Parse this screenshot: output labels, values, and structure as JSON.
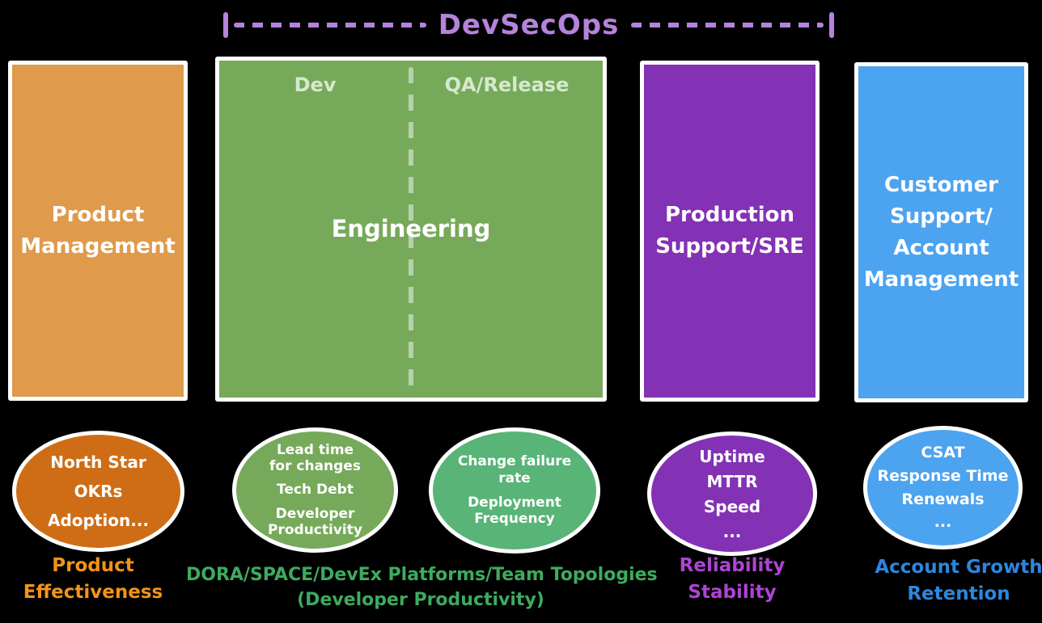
{
  "bracket": {
    "label": "DevSecOps"
  },
  "boxes": [
    {
      "name": "product-management",
      "label": "Product Management"
    },
    {
      "name": "engineering",
      "label": "Engineering",
      "left_sublabel": "Dev",
      "right_sublabel": "QA/Release"
    },
    {
      "name": "production-support-sre",
      "label": "Production Support/SRE"
    },
    {
      "name": "customer-support-account-management",
      "label": "Customer Support/ Account Management"
    }
  ],
  "bubbles": [
    {
      "name": "product-metrics",
      "lines": [
        "North Star",
        "OKRs",
        "Adoption..."
      ]
    },
    {
      "name": "dev-metrics",
      "lines": [
        "Lead time for changes",
        "Tech Debt",
        "Developer Productivity"
      ]
    },
    {
      "name": "qa-release-metrics",
      "lines": [
        "Change failure rate",
        "Deployment Frequency"
      ]
    },
    {
      "name": "sre-metrics",
      "lines": [
        "Uptime",
        "MTTR",
        "Speed",
        "..."
      ]
    },
    {
      "name": "customer-metrics",
      "lines": [
        "CSAT",
        "Response Time",
        "Renewals",
        "..."
      ]
    }
  ],
  "footnotes": [
    {
      "name": "product-effectiveness",
      "lines": [
        "Product",
        "Effectiveness"
      ]
    },
    {
      "name": "developer-productivity-frameworks",
      "lines": [
        "DORA/SPACE/DevEx Platforms/Team Topologies",
        "(Developer Productivity)"
      ]
    },
    {
      "name": "reliability-stability",
      "lines": [
        "Reliability",
        "Stability"
      ]
    },
    {
      "name": "account-growth-retention",
      "lines": [
        "Account Growth",
        "Retention"
      ]
    }
  ],
  "colors": {
    "background": "#000000",
    "bracket": "#b583dc",
    "orange_box": "#e09a4c",
    "orange_bubble": "#cf6d16",
    "orange_text": "#f39318",
    "green_box": "#77a95a",
    "green_bubble": "#58b477",
    "green_text": "#3dab5f",
    "purple_box": "#8331b5",
    "purple_text": "#ad44d4",
    "blue_box": "#4ca3f0",
    "blue_text": "#2d87dd",
    "pale_green_label": "#d6e9cd",
    "pale_green_dash": "#b5d3ab"
  }
}
